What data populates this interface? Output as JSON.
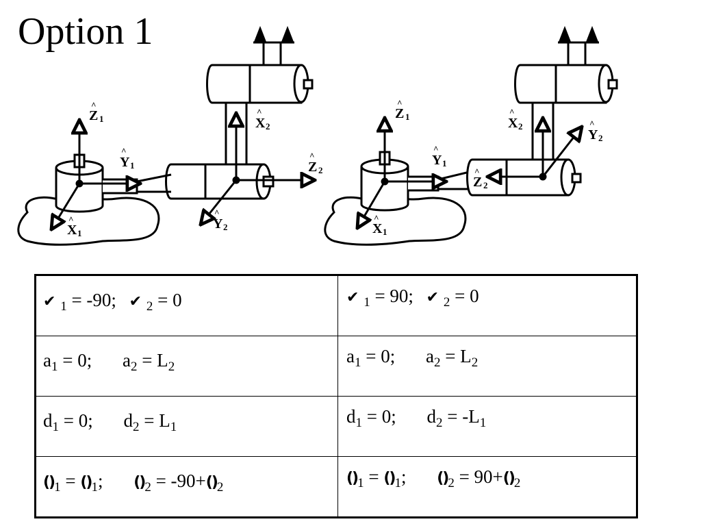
{
  "title": "Option 1",
  "labels": {
    "z1": "Z",
    "z1_sub": "1",
    "y1": "Y",
    "y1_sub": "1",
    "x1": "X",
    "x1_sub": "1",
    "x2": "X",
    "x2_sub": "2",
    "y2": "Y",
    "y2_sub": "2",
    "z2": "Z",
    "z2_sub": "2",
    "hat": "^"
  },
  "table": {
    "left": {
      "alpha1": "= -90;",
      "alpha1_sub": "1",
      "alpha2": "= 0",
      "alpha2_sub": "2",
      "a1": "= 0;",
      "a1_sym": "a",
      "a1_sub": "1",
      "a2": "= L",
      "a2_sym": "a",
      "a2_sub": "2",
      "a2_val_sub": "2",
      "d1": "= 0;",
      "d1_sym": "d",
      "d1_sub": "1",
      "d2": "= L",
      "d2_sym": "d",
      "d2_sub": "2",
      "d2_val_sub": "1",
      "th1_sub": "1",
      "th1_eq": "=",
      "th1_val_sub": "1",
      "th1_end": ";",
      "th2_sub": "2",
      "th2_eq": "= -90+",
      "th2_val_sub": "2"
    },
    "right": {
      "alpha1": "= 90;",
      "alpha1_sub": "1",
      "alpha2": "= 0",
      "alpha2_sub": "2",
      "a1": "= 0;",
      "a1_sym": "a",
      "a1_sub": "1",
      "a2": "= L",
      "a2_sym": "a",
      "a2_sub": "2",
      "a2_val_sub": "2",
      "d1": "= 0;",
      "d1_sym": "d",
      "d1_sub": "1",
      "d2": "= -L",
      "d2_sym": "d",
      "d2_sub": "2",
      "d2_val_sub": "1",
      "th1_sub": "1",
      "th1_eq": "=",
      "th1_val_sub": "1",
      "th1_end": ";",
      "th2_sub": "2",
      "th2_eq": "= 90+",
      "th2_val_sub": "2"
    }
  },
  "icons": {
    "alpha": "check-icon",
    "theta": "theta-icon"
  }
}
